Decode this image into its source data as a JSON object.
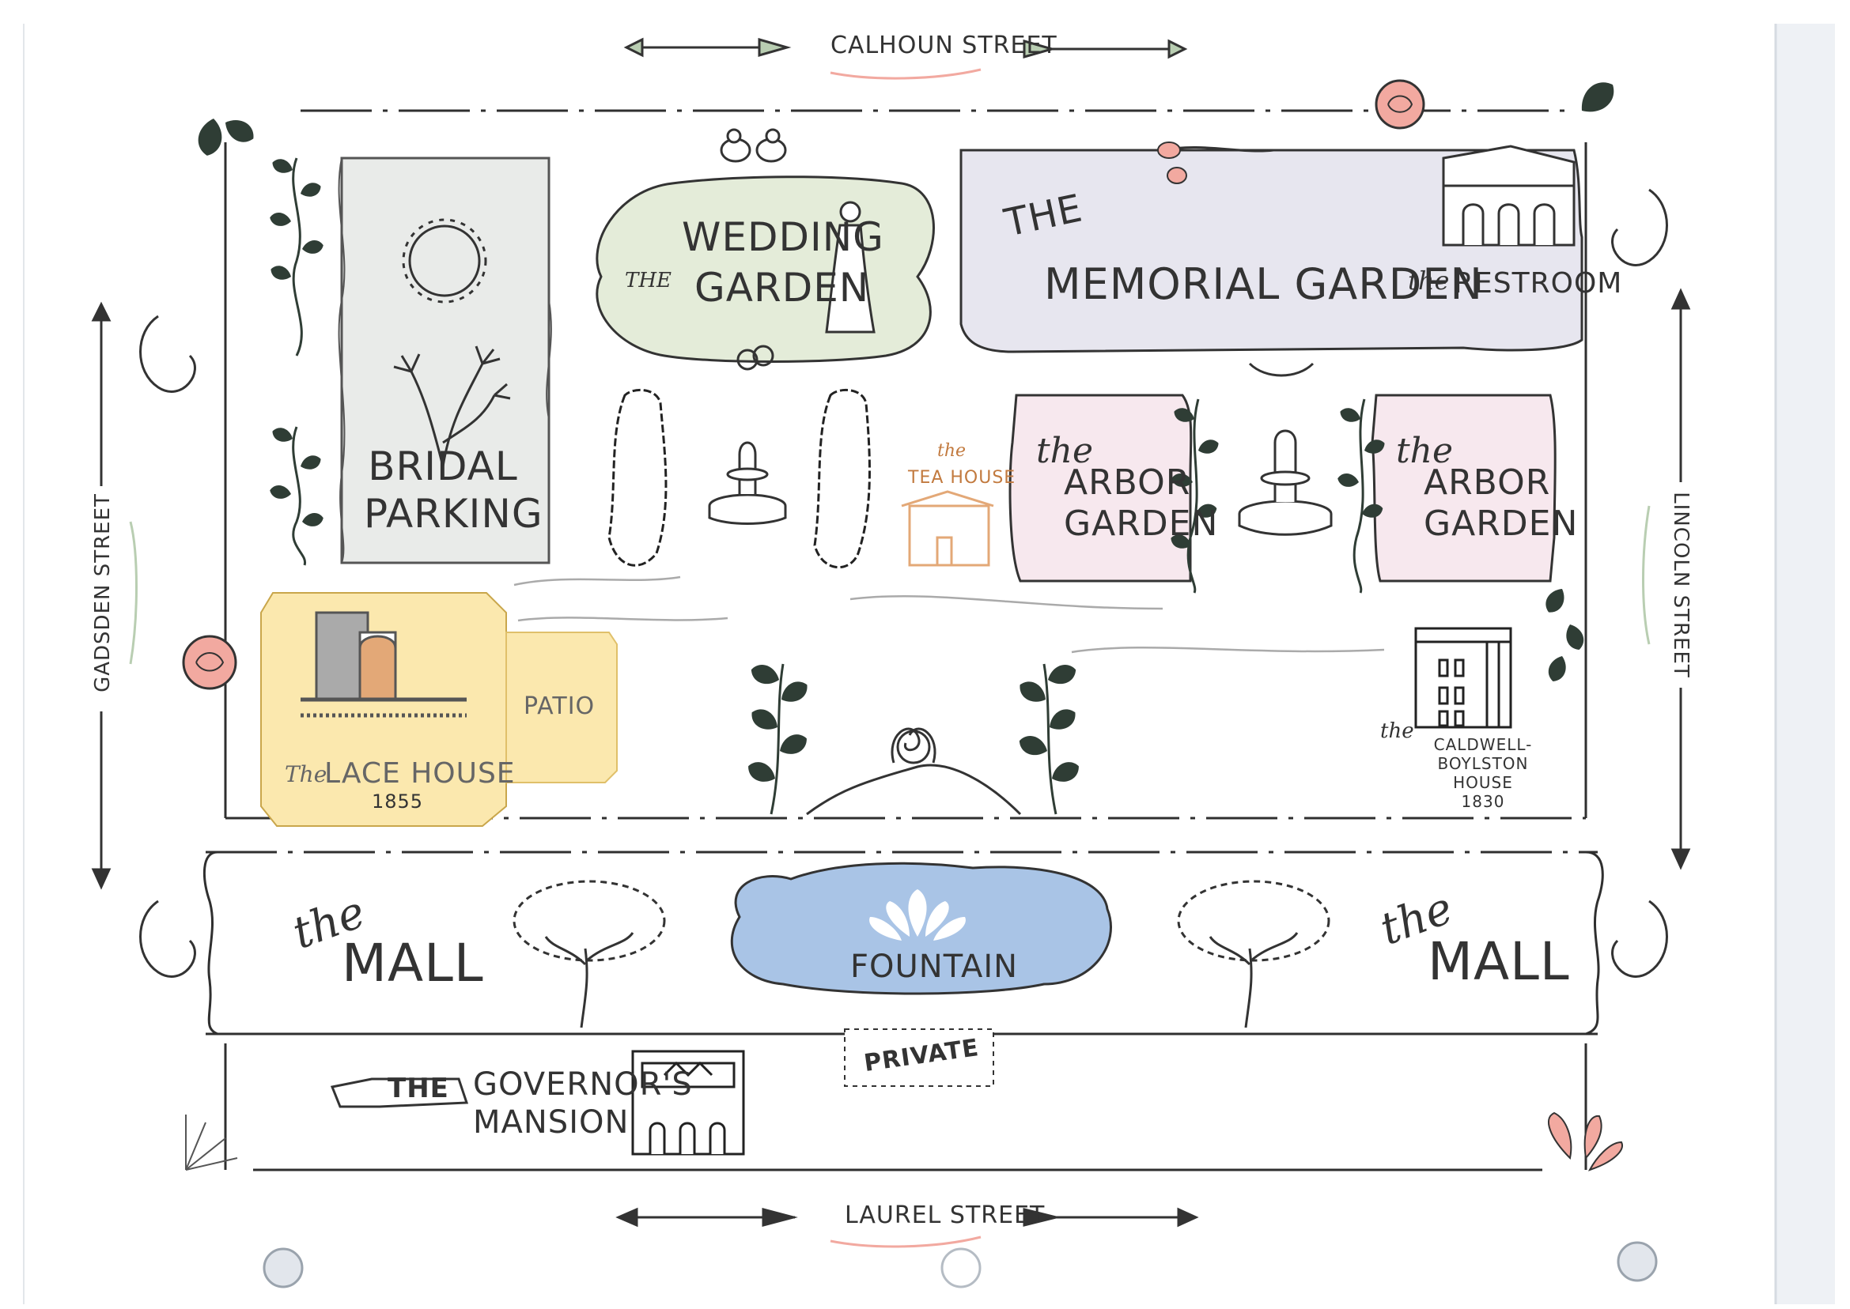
{
  "streets": {
    "north": "Calhoun Street",
    "south": "Laurel Street",
    "west": "Gadsden Street",
    "east": "Lincoln Street"
  },
  "areas": {
    "bridal_parking": [
      "Bridal",
      "Parking"
    ],
    "wedding_garden": {
      "the": "The",
      "line1": "Wedding",
      "line2": "Garden"
    },
    "memorial_garden": {
      "the": "The",
      "name": "Memorial Garden"
    },
    "restroom": {
      "the": "the",
      "name": "Restroom"
    },
    "arbor_garden_left": {
      "the": "the",
      "line1": "Arbor",
      "line2": "Garden"
    },
    "arbor_garden_right": {
      "the": "the",
      "line1": "Arbor",
      "line2": "Garden"
    },
    "tea_house": {
      "the": "the",
      "name": "Tea House"
    },
    "lace_house": {
      "the": "The",
      "name": "Lace House",
      "year": "1855"
    },
    "patio": "Patio",
    "caldwell_boylston": {
      "the": "the",
      "line1": "Caldwell-Boylston",
      "line2": "House",
      "year": "1830"
    },
    "mall_left": {
      "the": "the",
      "name": "Mall"
    },
    "mall_right": {
      "the": "the",
      "name": "Mall"
    },
    "fountain": "Fountain",
    "private": "Private",
    "governors_mansion": {
      "the": "The",
      "line1": "Governor's",
      "line2": "Mansion"
    }
  },
  "colors": {
    "ink": "#2f2f2f",
    "parking_fill": "#e9ebe9",
    "wedding_fill": "#e4ecd9",
    "memorial_fill": "#e7e6ef",
    "arbor_fill": "#f7e8ee",
    "lace_fill": "#fbe8ae",
    "fountain_fill": "#a9c4e6",
    "rose": "#f2a9a0",
    "leaf": "#2f3d35",
    "arrow_green": "#b9ceb2",
    "tea_house": "#e3a877"
  },
  "icons": [
    "arrow-icon",
    "leaf-icon",
    "rose-icon",
    "swirl-icon",
    "tree-icon",
    "building-icon",
    "birds-icon",
    "rings-icon",
    "fountain-icon",
    "wreath-icon"
  ]
}
